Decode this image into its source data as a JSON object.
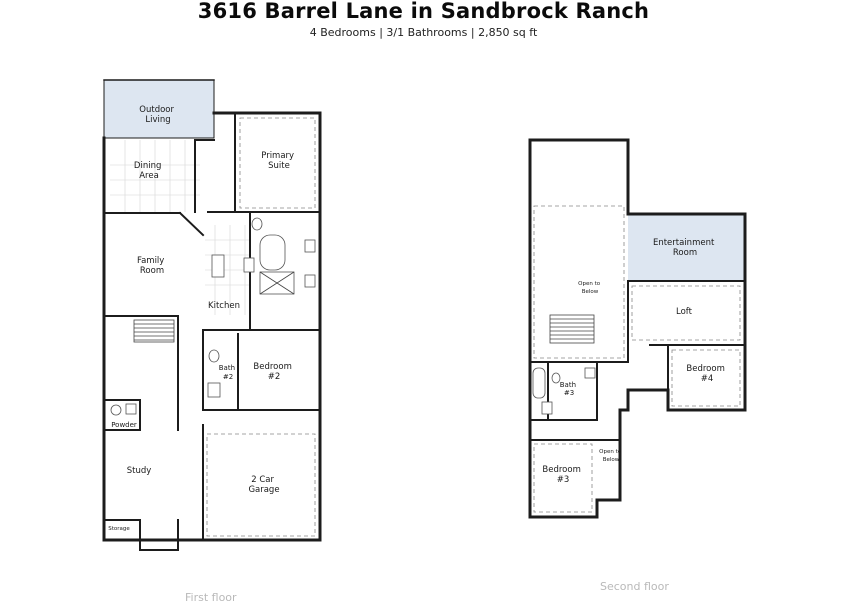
{
  "header": {
    "title": "3616 Barrel Lane in Sandbrock Ranch",
    "subtitle": "4 Bedrooms | 3/1 Bathrooms | 2,850 sq ft"
  },
  "first_floor": {
    "caption": "First floor",
    "rooms": {
      "outdoor_living": [
        "Outdoor",
        "Living"
      ],
      "dining_area": [
        "Dining",
        "Area"
      ],
      "primary_suite": [
        "Primary",
        "Suite"
      ],
      "family_room": [
        "Family",
        "Room"
      ],
      "kitchen": "Kitchen",
      "bath2": [
        "Bath",
        "#2"
      ],
      "bedroom2": [
        "Bedroom",
        "#2"
      ],
      "powder": "Powder",
      "study": "Study",
      "garage": [
        "2 Car",
        "Garage"
      ],
      "storage": "Storage"
    }
  },
  "second_floor": {
    "caption": "Second floor",
    "rooms": {
      "open_to_below_1": [
        "Open to",
        "Below"
      ],
      "entertainment_room": [
        "Entertainment",
        "Room"
      ],
      "loft": "Loft",
      "bath3": [
        "Bath",
        "#3"
      ],
      "bedroom4": [
        "Bedroom",
        "#4"
      ],
      "bedroom3": [
        "Bedroom",
        "#3"
      ],
      "open_to_below_2": [
        "Open to",
        "Below"
      ]
    }
  },
  "colors": {
    "highlight_fill": "#dde6f1",
    "wall": "#1c1c1c",
    "caption_gray": "#b9b9b9"
  }
}
